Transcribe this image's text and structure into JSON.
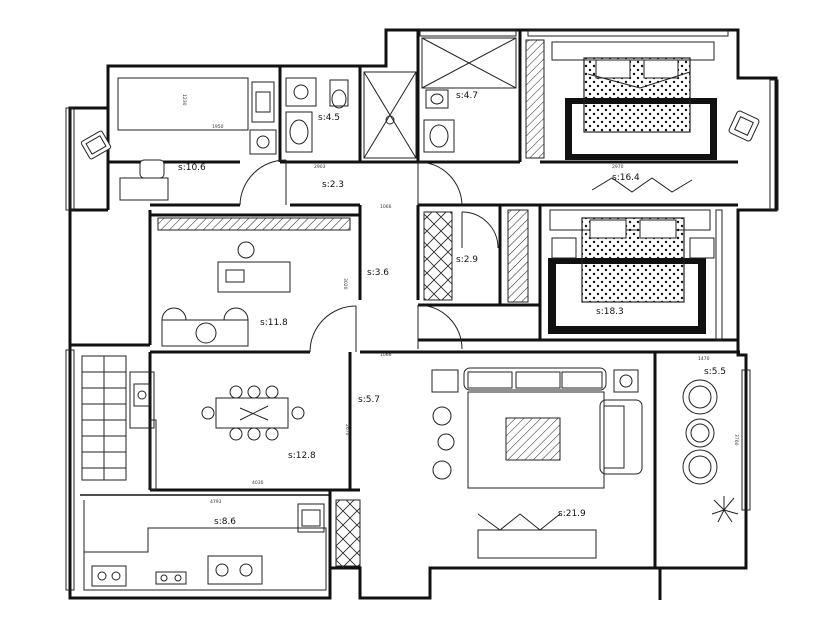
{
  "rooms": {
    "study": "s:10.6",
    "toilet_1": "s:4.5",
    "toilet_2": "s:4.7",
    "master_bedroom": "s:16.4",
    "corridor_upper": "s:2.3",
    "hall": "s:3.6",
    "closet": "s:2.9",
    "bedroom_2": "s:18.3",
    "bedroom_3": "s:11.8",
    "passage": "s:5.7",
    "dining": "s:12.8",
    "balcony": "s:5.5",
    "kitchen": "s:8.6",
    "living": "s:21.9"
  },
  "dimensions": [
    "1230",
    "1950",
    "2903",
    "1066",
    "3020",
    "1066",
    "2970",
    "4030",
    "2670",
    "4793",
    "1470",
    "3760"
  ]
}
